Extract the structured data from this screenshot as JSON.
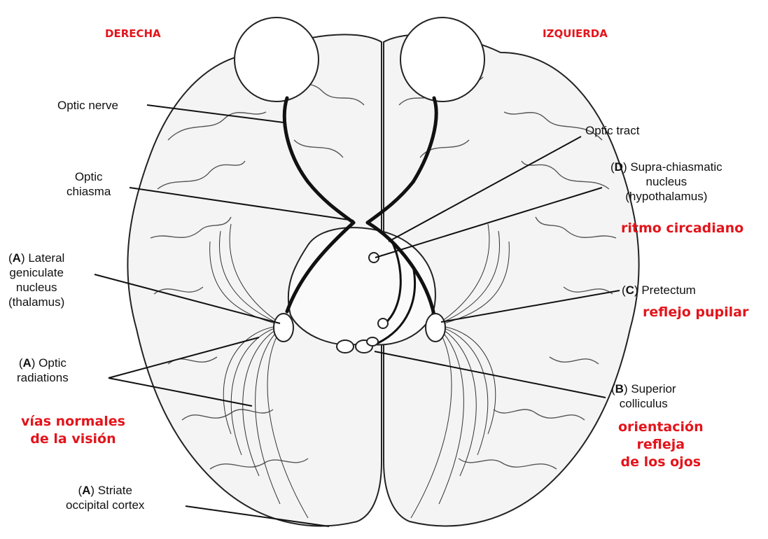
{
  "side_labels": {
    "right": "DERECHA",
    "left": "IZQUIERDA"
  },
  "labels": {
    "optic_nerve": "Optic nerve",
    "optic_tract": "Optic tract",
    "optic_chiasma": [
      "Optic",
      "chiasma"
    ],
    "scn": {
      "letter": "D",
      "lines": [
        ") Supra-chiasmatic",
        "nucleus",
        "(hypothalamus)"
      ]
    },
    "lgn": {
      "letter": "A",
      "lines": [
        ") Lateral",
        "geniculate",
        "nucleus",
        "(thalamus)"
      ]
    },
    "pretectum": {
      "letter": "C",
      "text": ") Pretectum"
    },
    "optic_radiations": {
      "letter": "A",
      "lines": [
        ") Optic",
        "radiations"
      ]
    },
    "superior_colliculus": {
      "letter": "B",
      "lines": [
        ") Superior",
        "colliculus"
      ]
    },
    "striate_cortex": {
      "letter": "A",
      "lines": [
        ") Striate",
        "occipital cortex"
      ]
    }
  },
  "annotations": {
    "circadian": "ritmo circadiano",
    "pupillary": "reflejo pupilar",
    "normal_vision": [
      "vías normales",
      "de la visión"
    ],
    "eye_orientation": [
      "orientación",
      "refleja",
      "de los ojos"
    ]
  },
  "colors": {
    "annotation": "#e3141b",
    "line": "#111111",
    "brain_fill": "#f4f4f4"
  }
}
